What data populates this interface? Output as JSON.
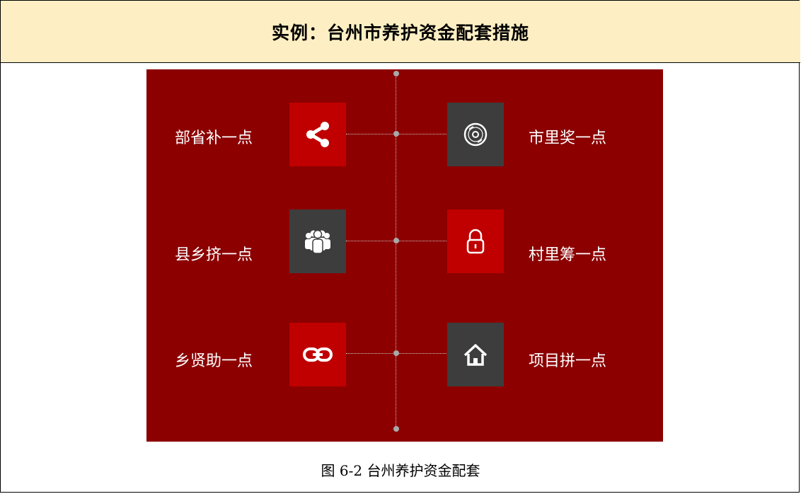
{
  "header": {
    "title": "实例：台州市养护资金配套措施"
  },
  "items": [
    {
      "label": "部省补一点",
      "icon": "share-icon"
    },
    {
      "label": "市里奖一点",
      "icon": "disc-icon"
    },
    {
      "label": "县乡挤一点",
      "icon": "people-icon"
    },
    {
      "label": "村里筹一点",
      "icon": "lock-icon"
    },
    {
      "label": "乡贤助一点",
      "icon": "link-icon"
    },
    {
      "label": "项目拼一点",
      "icon": "home-icon"
    }
  ],
  "colors": {
    "panel": "#8c0000",
    "red_box": "#c00000",
    "gray_box": "#3d3d3d",
    "header_bg": "#fdefc3"
  },
  "caption": "图 6-2 台州养护资金配套"
}
